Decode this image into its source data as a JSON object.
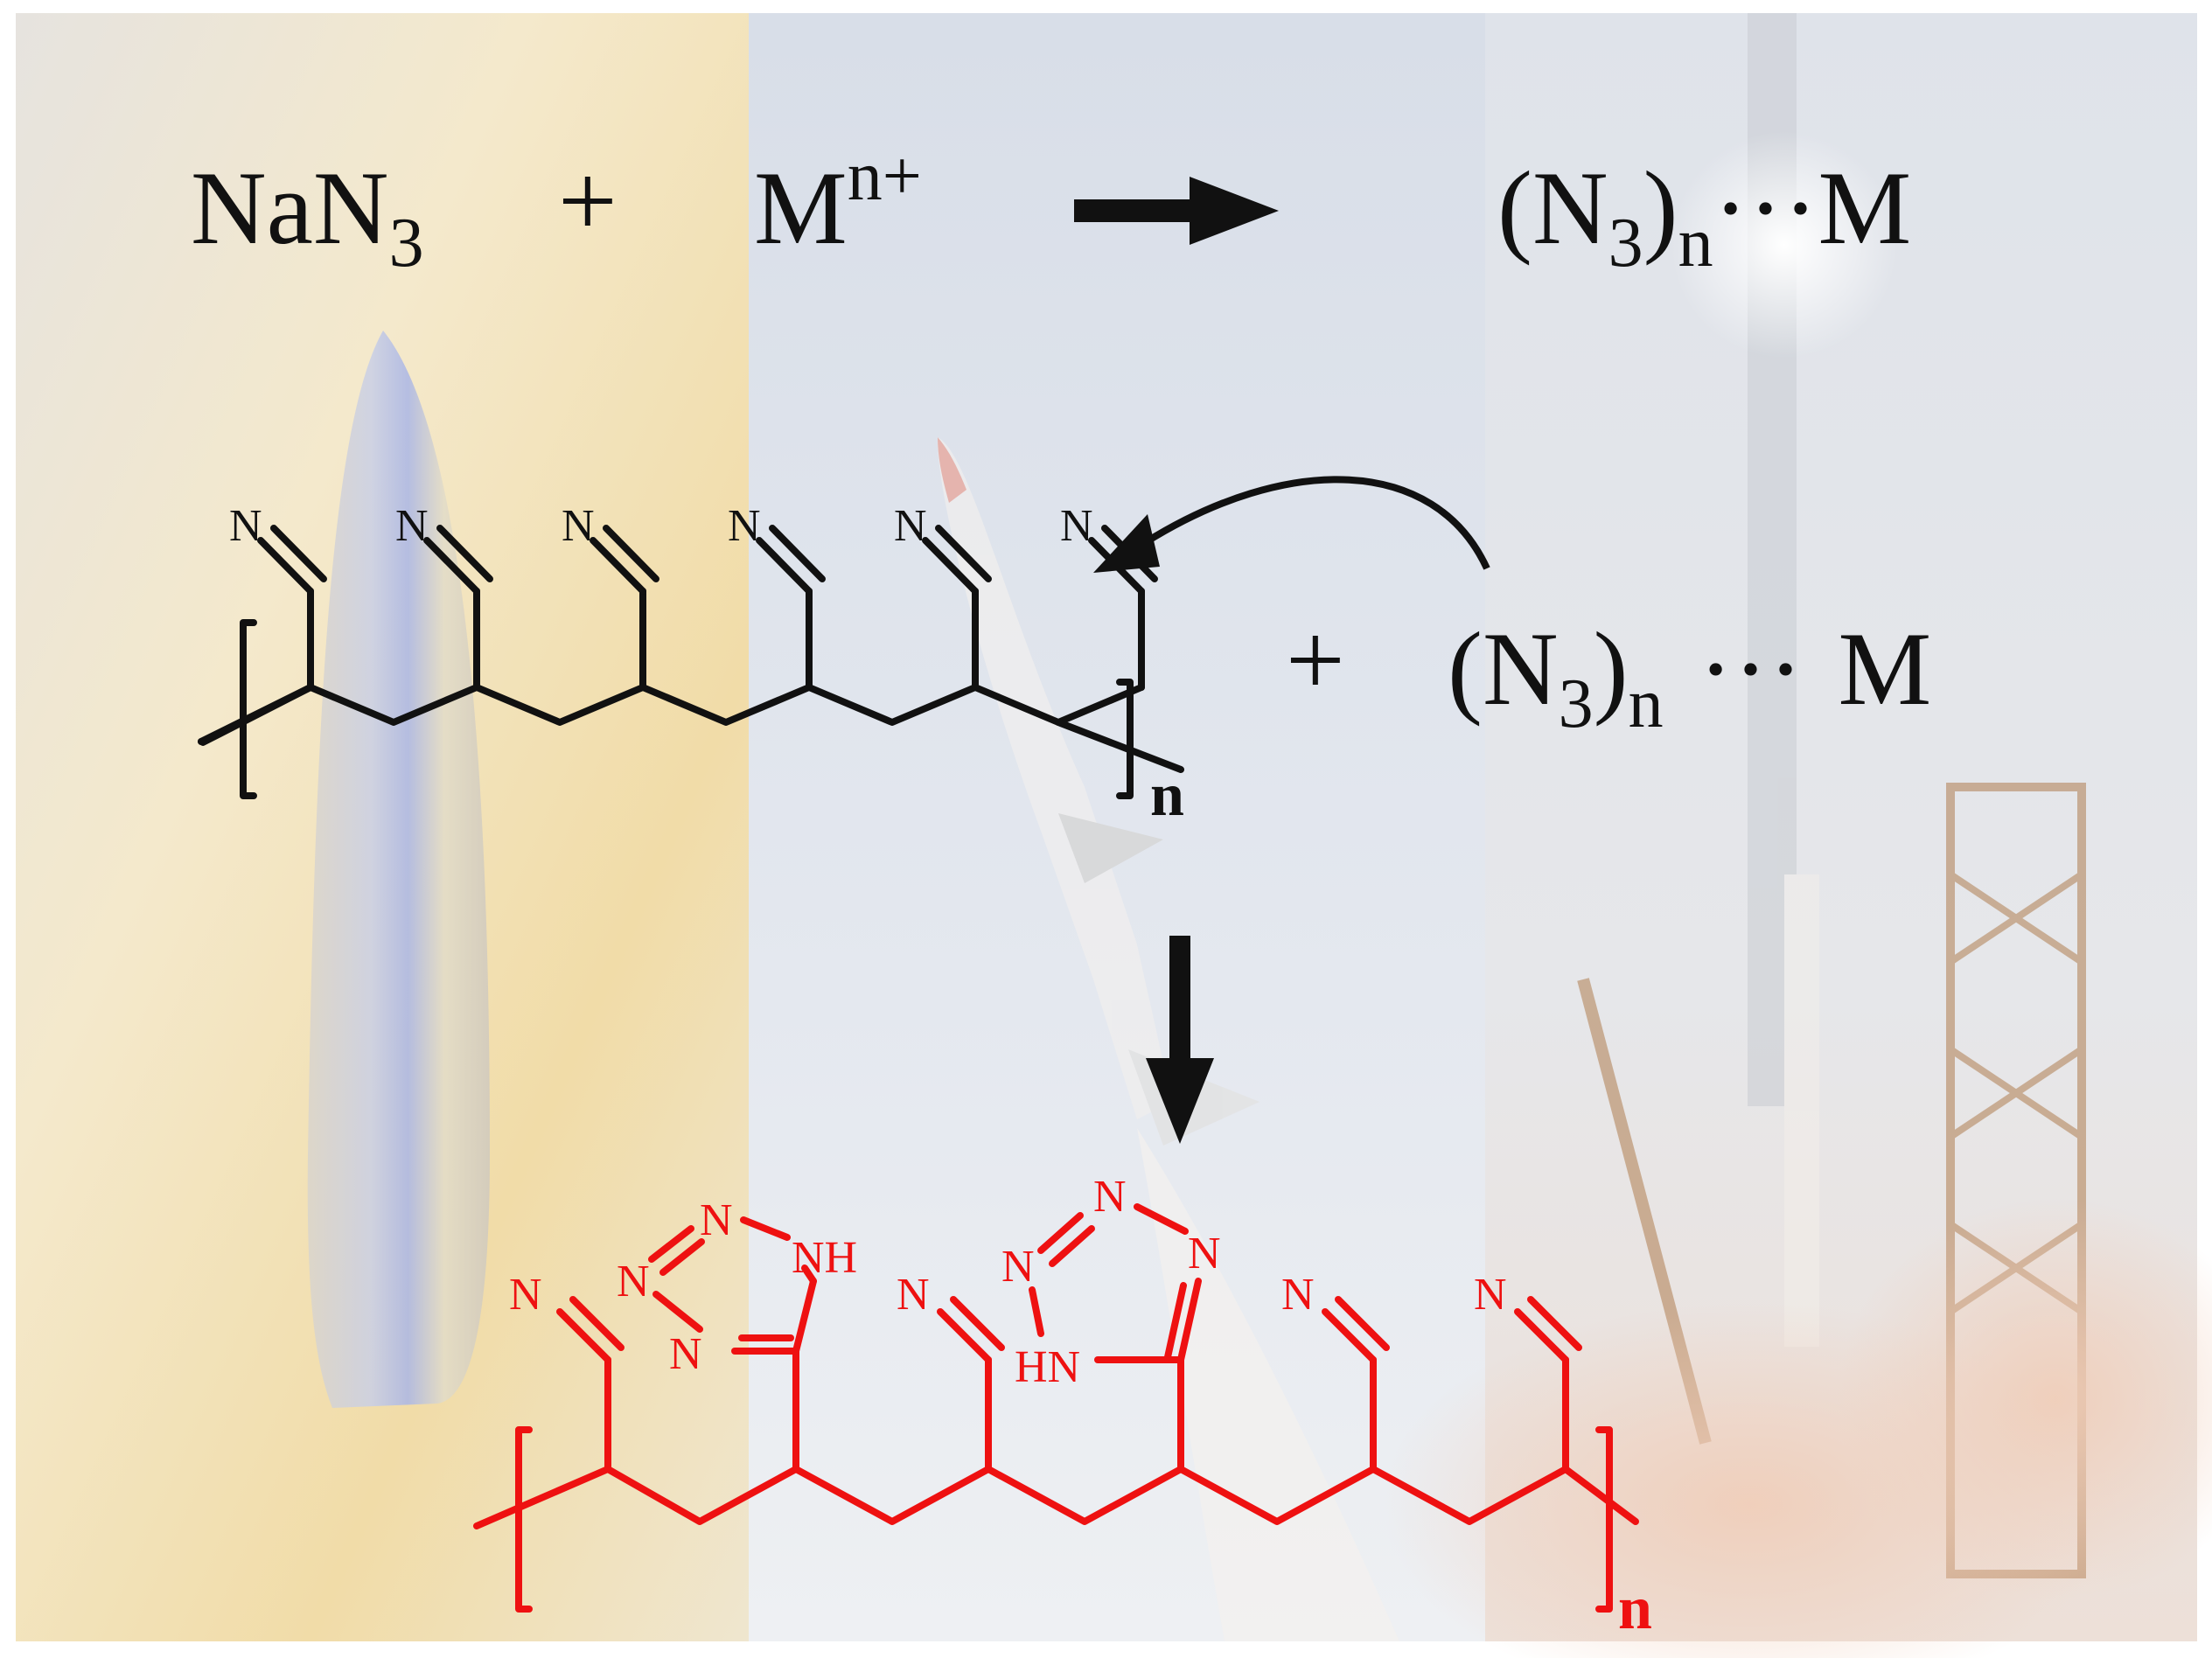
{
  "equation": {
    "reactant_base": "NaN",
    "reactant_sub": "3",
    "plus": "+",
    "metal_base": "M",
    "metal_sup": "n+",
    "product_open": "(N",
    "product_sub3": "3",
    "product_close": ")",
    "product_subn": "n",
    "product_tail": "···M"
  },
  "second_reagent": {
    "plus": "+",
    "open": "(N",
    "sub3": "3",
    "close": ")",
    "subn": "n",
    "dots": "···",
    "metal": "M"
  },
  "top_polymer": {
    "nitrile_atom": "N",
    "repeat": "n",
    "nitrile_count": 6
  },
  "bottom_polymer": {
    "nitrile_atom": "N",
    "ring_atom": "N",
    "nh_label": "NH",
    "hn_label": "HN",
    "repeat": "n"
  },
  "colors": {
    "black": "#111111",
    "product": "#ee1111",
    "panel_left": "#f1e4c6",
    "panel_mid": "#e3e7ef",
    "panel_right": "#e6e8ec"
  }
}
